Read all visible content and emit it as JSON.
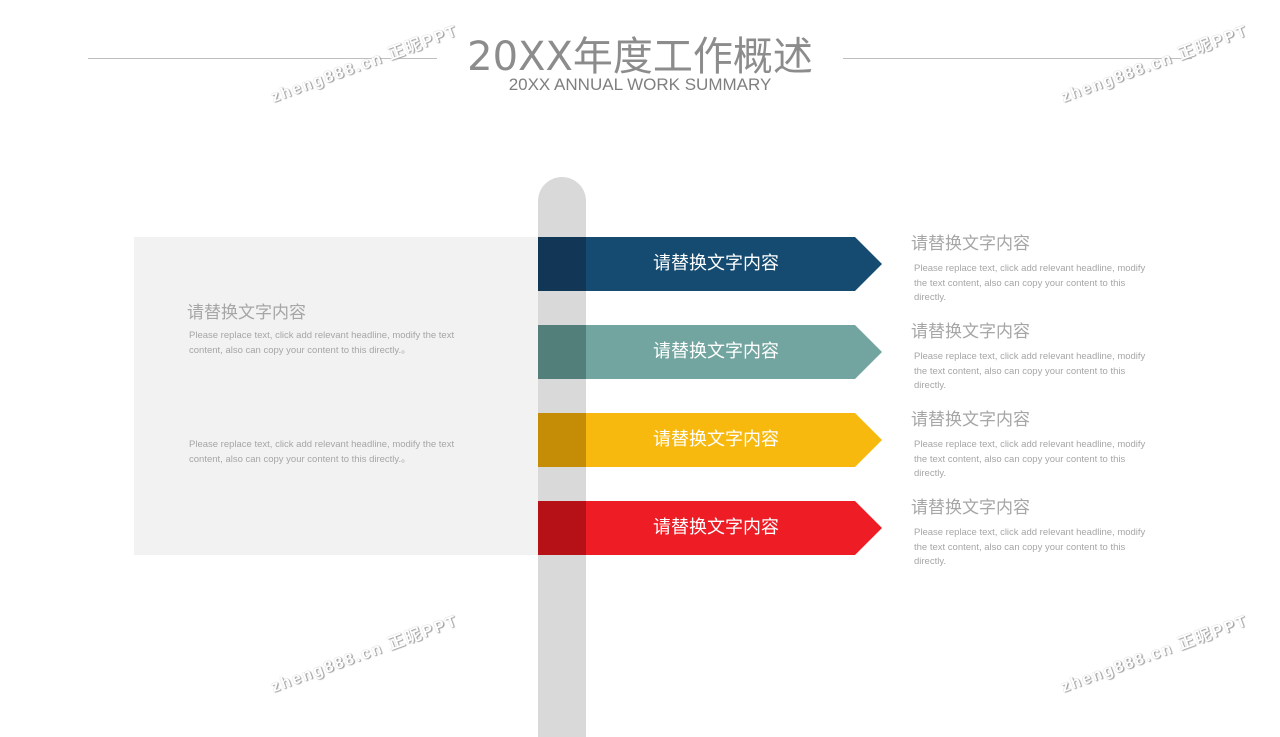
{
  "header": {
    "title": "20XX年度工作概述",
    "subtitle": "20XX ANNUAL WORK SUMMARY"
  },
  "left": {
    "heading": "请替换文字内容",
    "para1": "Please replace text, click add relevant headline, modify the text content, also can copy your content to this directly.。",
    "para2": "Please replace text, click add relevant headline, modify the text content, also can copy your content to this directly.。"
  },
  "arrows": [
    {
      "label": "请替换文字内容",
      "color": "#154b70",
      "dark": "#113656"
    },
    {
      "label": "请替换文字内容",
      "color": "#72a5a0",
      "dark": "#537f7b"
    },
    {
      "label": "请替换文字内容",
      "color": "#f8b90e",
      "dark": "#c48d05"
    },
    {
      "label": "请替换文字内容",
      "color": "#ee1c25",
      "dark": "#b61116"
    }
  ],
  "right": [
    {
      "heading": "请替换文字内容",
      "text": "Please replace text, click add relevant headline, modify the text content, also can copy your content to this directly."
    },
    {
      "heading": "请替换文字内容",
      "text": "Please replace text, click add relevant headline, modify the text content, also can copy your content to this directly."
    },
    {
      "heading": "请替换文字内容",
      "text": "Please replace text, click add relevant headline, modify the text content, also can copy your content to this directly."
    },
    {
      "heading": "请替换文字内容",
      "text": "Please replace text, click add relevant headline, modify the text content, also can copy your content to this directly."
    }
  ],
  "watermark": "zheng888.cn 正昵PPT"
}
